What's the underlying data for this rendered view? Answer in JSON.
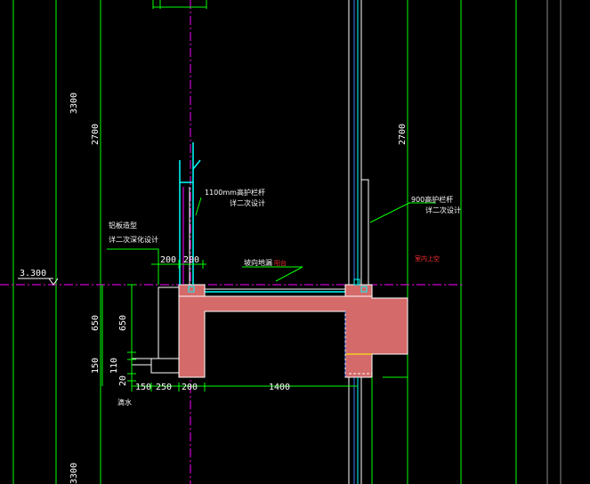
{
  "drawing": {
    "colors": {
      "background": "#000000",
      "dimension": "#00ff00",
      "grid_line": "#00ff00",
      "centerline": "#ff00ff",
      "concrete_fill": "#d46a6a",
      "concrete_edge": "#ffffff",
      "rail": "#00ffff",
      "note_leader": "#00ff00",
      "text": "#ffffff",
      "accent_text": "#ff3030"
    },
    "dimensions": {
      "floor_height_upper": "3300",
      "floor_height_lower": "3300",
      "clear_height_left": "2700",
      "clear_height_right": "2700",
      "sill_height": "650",
      "lower_150": "150",
      "lower_110": "110",
      "lower_20": "20",
      "width_200_a": "200",
      "width_200_b": "200",
      "bottom_150": "150",
      "bottom_250": "250",
      "bottom_200": "200",
      "span_1400": "1400",
      "elevation": "3.300"
    },
    "notes": {
      "rail_left_line1": "1100mm高护栏杆",
      "rail_left_line2": "详二次设计",
      "deco_line1": "铝板造型",
      "deco_line2": "详二次深化设计",
      "slope_note": "坡向地漏",
      "slope_red": "阳台",
      "rail_right_line1": "900高护栏杆",
      "rail_right_line2": "详二次设计",
      "right_red": "室内上空",
      "drip": "滴水"
    }
  }
}
